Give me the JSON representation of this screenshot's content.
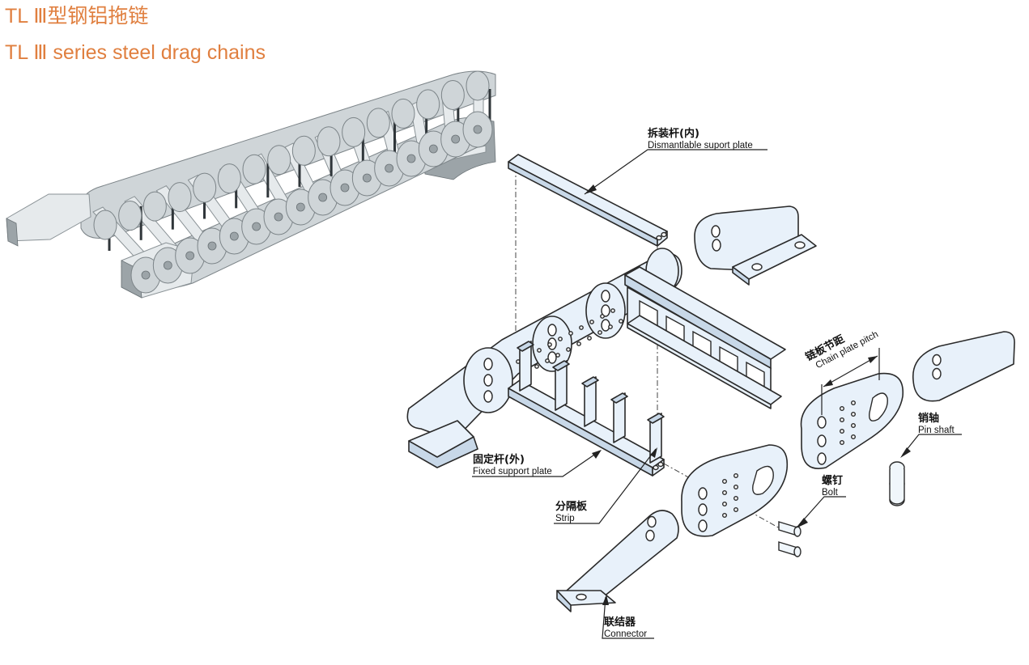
{
  "title": {
    "cn": "TL Ⅲ型钢铝拖链",
    "en": "TL Ⅲ series steel drag chains"
  },
  "labels": {
    "dismantlable": {
      "cn": "拆装杆(内)",
      "en": "Dismantlable suport plate"
    },
    "fixed": {
      "cn": "固定杆(外)",
      "en": "Fixed support plate"
    },
    "strip": {
      "cn": "分隔板",
      "en": "Strip"
    },
    "connector": {
      "cn": "联结器",
      "en": "Connector"
    },
    "pitch": {
      "cn": "链板节距",
      "en": "Chain plate pitch"
    },
    "bolt": {
      "cn": "螺钉",
      "en": "Bolt"
    },
    "pin": {
      "cn": "销轴",
      "en": "Pin shaft"
    }
  },
  "colors": {
    "title": "#e07f3f",
    "part_fill": "#e8f1fa",
    "outline": "#2a2a2a"
  }
}
